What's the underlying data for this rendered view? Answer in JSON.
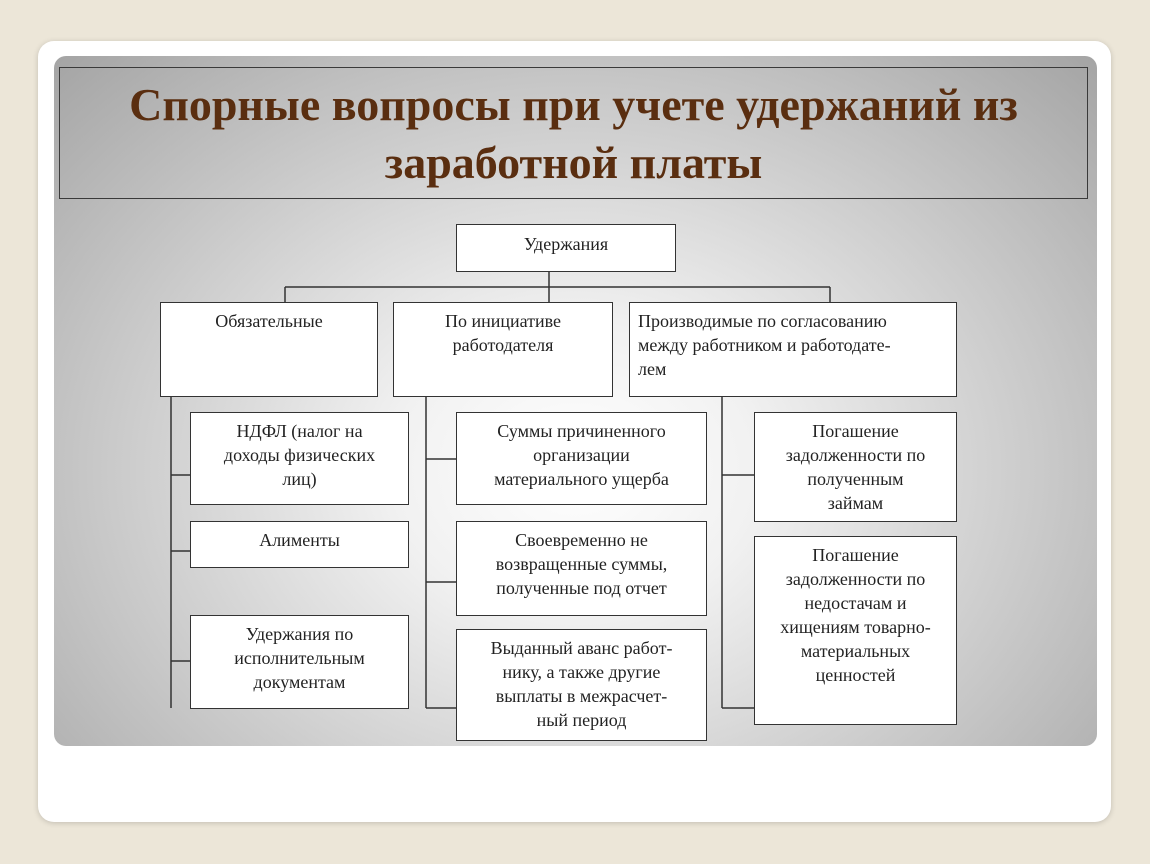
{
  "slide": {
    "title": "Спорные вопросы при учете удержаний из заработной платы",
    "title_lines": [
      "Спорные вопросы при учете удержаний из",
      "заработной платы"
    ],
    "title_color": "#5a2e10"
  },
  "diagram": {
    "root": "Удержания",
    "categories": [
      {
        "label": "Обязательные",
        "items": [
          "НДФЛ (налог на\nдоходы физических\nлиц)",
          "Алименты",
          "Удержания по\nисполнительным\nдокументам"
        ]
      },
      {
        "label": "По инициативе\nработодателя",
        "items": [
          "Суммы причиненного\nорганизации\nматериального ущерба",
          "Своевременно не\nвозвращенные суммы,\nполученные под отчет",
          "Выданный аванс работ-\nнику, а также другие\nвыплаты в межрасчет-\nный период"
        ]
      },
      {
        "label": "Производимые по согласованию\nмежду работником и работодате-\nлем",
        "items": [
          "Погашение\nзадолженности по\nполученным\nзаймам",
          "Погашение\nзадолженности по\nнедостачам и\nхищениям товарно-\nматериальных\nценностей"
        ]
      }
    ]
  }
}
